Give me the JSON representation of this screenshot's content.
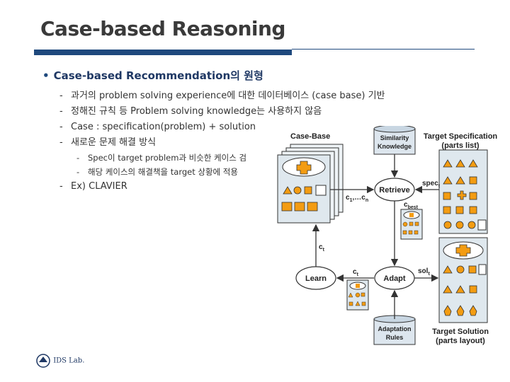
{
  "slide": {
    "title": "Case-based Reasoning",
    "bullet": "Case-based Recommendation의 원형",
    "items": [
      "과거의 problem solving experience에 대한 데이터베이스 (case base) 기반",
      "정해진 규칙 등 Problem solving knowledge는 사용하지 않음",
      "Case : specification(problem) + solution",
      "새로운 문제 해결 방식"
    ],
    "subitems": [
      "Spec이 target problem과 비슷한 케이스 검",
      "해당 케이스의 해결책을 target 상황에 적용"
    ],
    "example": "Ex) CLAVIER",
    "logo_text": "IDS Lab."
  },
  "diagram": {
    "case_base": "Case-Base",
    "similarity": [
      "Similarity",
      "Knowledge"
    ],
    "target_spec": [
      "Target Specification",
      "(parts list)"
    ],
    "retrieve": "Retrieve",
    "learn": "Learn",
    "adapt": "Adapt",
    "adaptation_rules": [
      "Adaptation",
      "Rules"
    ],
    "target_solution": [
      "Target Solution",
      "(parts layout)"
    ],
    "spec_t": "spec",
    "spec_t_sub": "t",
    "c_range": "c",
    "c_range_sub1": "1",
    "c_range_mid": ",…c",
    "c_range_sub2": "n",
    "c_best": "c",
    "c_best_sub": "best",
    "c_t": "c",
    "c_t_sub": "t",
    "sol_t": "sol",
    "sol_t_sub": "t",
    "colors": {
      "node_fill": "#ffffff",
      "panel_fill": "#dfe8ee",
      "shape_fill": "#f39c12",
      "stroke": "#333333"
    }
  }
}
